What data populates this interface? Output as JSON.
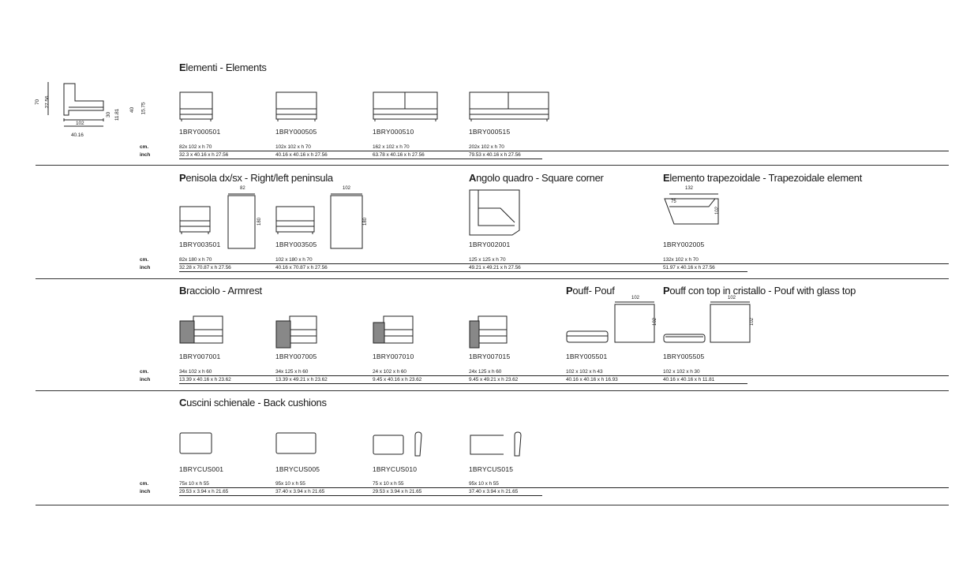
{
  "units": {
    "cm": "cm.",
    "inch": "inch"
  },
  "profile": {
    "h": "70",
    "h_in": "27.56",
    "seat": "30",
    "seat_in": "11.81",
    "seat2": "40",
    "seat2_in": "15.75",
    "w": "102",
    "w_in": "40.16"
  },
  "sections": [
    {
      "title_lead": "E",
      "title_rest": "lementi - Elements",
      "items": [
        {
          "code": "1BRY000501",
          "cm": "82x 102 x h 70",
          "inch": "32.3 x 40.16 x h 27.56"
        },
        {
          "code": "1BRY000505",
          "cm": "102x 102 x h 70",
          "inch": "40.16 x 40.16 x h 27.56"
        },
        {
          "code": "1BRY000510",
          "cm": "162 x 102 x h 70",
          "inch": "63.78 x 40.16 x h 27.56"
        },
        {
          "code": "1BRY000515",
          "cm": "202x 102 x h 70",
          "inch": "79.53 x 40.16 x h 27.56"
        }
      ]
    },
    {
      "groups": [
        {
          "title_lead": "P",
          "title_rest": "enisola dx/sx - Right/left peninsula"
        },
        {
          "title_lead": "A",
          "title_rest": "ngolo quadro - Square corner"
        },
        {
          "title_lead": "E",
          "title_rest": "lemento trapezoidale - Trapezoidale element"
        }
      ],
      "items": [
        {
          "code": "1BRY003501",
          "cm": "82x 180 x h 70",
          "inch": "32.28 x 70.87 x h 27.56",
          "dim_w": "82",
          "dim_l": "180"
        },
        {
          "code": "1BRY003505",
          "cm": "102 x 180 x h 70",
          "inch": "40.16 x 70.87 x h 27.56",
          "dim_w": "102",
          "dim_l": "180"
        },
        {
          "code": "1BRY002001",
          "cm": "125 x 125 x h 70",
          "inch": "49.21 x 49.21 x h 27.56"
        },
        {
          "code": "1BRY002005",
          "cm": "132x 102 x h 70",
          "inch": "51.97 x 40.16 x h 27.56",
          "dim_w": "132",
          "dim_a": "75",
          "dim_d": "102"
        }
      ]
    },
    {
      "groups": [
        {
          "title_lead": "B",
          "title_rest": "racciolo - Armrest"
        },
        {
          "title_lead": "P",
          "title_rest": "ouff- Pouf"
        },
        {
          "title_lead": "P",
          "title_rest": "ouff con top in cristallo - Pouf with glass top"
        }
      ],
      "items": [
        {
          "code": "1BRY007001",
          "cm": "34x 102 x h 60",
          "inch": "13.39 x 40.16 x h 23.62"
        },
        {
          "code": "1BRY007005",
          "cm": "34x 125 x h 60",
          "inch": "13.39 x 49.21 x h 23.62"
        },
        {
          "code": "1BRY007010",
          "cm": "24 x 102 x h 60",
          "inch": "9.45 x 40.16 x h 23.62"
        },
        {
          "code": "1BRY007015",
          "cm": "24x 125 x h 60",
          "inch": "9.45 x 49.21 x h 23.62"
        },
        {
          "code": "1BRY005501",
          "cm": "102 x 102 x h 43",
          "inch": "40.16 x 40.16 x h 16.93",
          "dim": "102"
        },
        {
          "code": "1BRY005505",
          "cm": "102 x 102 x h 30",
          "inch": "40.16 x 40.16 x h 11.81",
          "dim": "102"
        }
      ]
    },
    {
      "title_lead": "C",
      "title_rest": "uscini schienale - Back cushions",
      "items": [
        {
          "code": "1BRYCUS001",
          "cm": "75x 10 x h 55",
          "inch": "29.53 x 3.94 x h 21.65"
        },
        {
          "code": "1BRYCUS005",
          "cm": "95x 10 x h 55",
          "inch": "37.40 x 3.94 x h 21.65"
        },
        {
          "code": "1BRYCUS010",
          "cm": "75 x 10 x h 55",
          "inch": "29.53 x 3.94 x h 21.65"
        },
        {
          "code": "1BRYCUS015",
          "cm": "95x 10 x h 55",
          "inch": "37.40 x 3.94 x h 21.65"
        }
      ]
    }
  ]
}
